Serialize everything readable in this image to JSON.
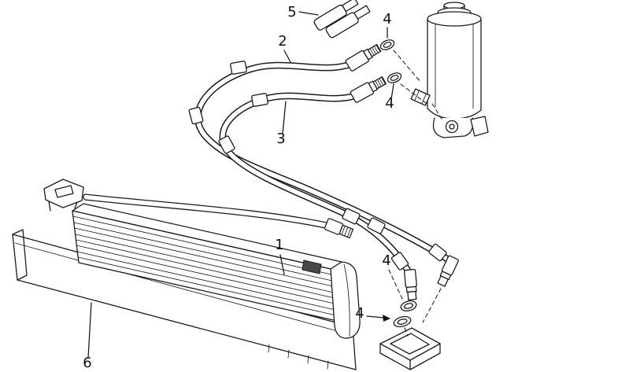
{
  "colors": {
    "background": "#ffffff",
    "line": "#1c1c1c",
    "label": "#111111"
  },
  "diagram": {
    "callouts": {
      "c1": {
        "label": "1"
      },
      "c2": {
        "label": "2"
      },
      "c3": {
        "label": "3"
      },
      "c4a": {
        "label": "4"
      },
      "c4b": {
        "label": "4"
      },
      "c4c": {
        "label": "4"
      },
      "c4d": {
        "label": "4"
      },
      "c5": {
        "label": "5"
      },
      "c6": {
        "label": "6"
      }
    }
  }
}
